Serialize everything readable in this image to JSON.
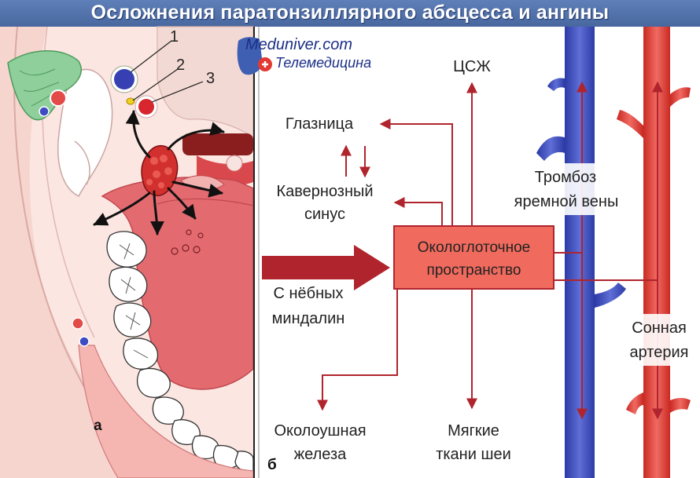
{
  "title": "Осложнения паратонзиллярного абсцесса и ангины",
  "watermark": {
    "line1": "Meduniver.com",
    "line2": "Телемедицина"
  },
  "panel_a": {
    "letter": "а",
    "callouts": [
      "1",
      "2",
      "3"
    ]
  },
  "panel_b": {
    "letter": "б",
    "center_box": [
      "Окологлоточное",
      "пространство"
    ],
    "source": [
      "С нёбных",
      "миндалин"
    ],
    "targets": {
      "csf": "ЦСЖ",
      "orbit": "Глазница",
      "cavernous": [
        "Кавернозный",
        "синус"
      ],
      "parotid": [
        "Околоушная",
        "железа"
      ],
      "soft_tissue": [
        "Мягкие",
        "ткани шеи"
      ],
      "thrombosis": [
        "Тромбоз",
        "яремной вены"
      ],
      "carotid": [
        "Сонная",
        "артерия"
      ]
    }
  },
  "colors": {
    "header": "#5575ad",
    "box": "#f06a5e",
    "arrow": "#b0242d",
    "vein": "#3a48b8",
    "artery": "#e0382e",
    "mouth": "#e36b70",
    "gland": "#8fcf9b"
  }
}
